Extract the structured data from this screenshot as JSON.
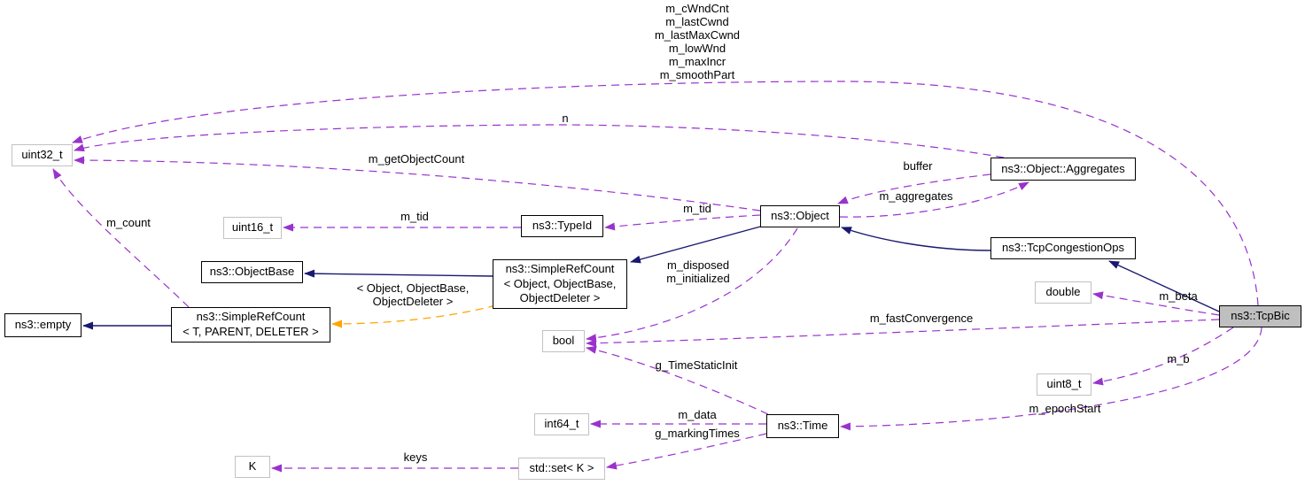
{
  "diagram": {
    "kind": "doxygen-collaboration-graph",
    "highlighted_node": "ns3::TcpBic",
    "colors": {
      "member_edge": "#9a32cd",
      "inheritance_edge": "#191970",
      "template_edge": "#ffa500",
      "current_node_fill": "#bfbfbf",
      "node_border": "#000000",
      "external_node_border": "#c2c2c2",
      "background": "#ffffff"
    },
    "nodes": [
      {
        "id": "uint32_t",
        "kind": "external",
        "label": [
          "uint32_t"
        ]
      },
      {
        "id": "uint16_t",
        "kind": "external",
        "label": [
          "uint16_t"
        ]
      },
      {
        "id": "objectbase",
        "kind": "class",
        "label": [
          "ns3::ObjectBase"
        ]
      },
      {
        "id": "empty",
        "kind": "class",
        "label": [
          "ns3::empty"
        ]
      },
      {
        "id": "simplerefcount-t",
        "kind": "class",
        "label": [
          "ns3::SimpleRefCount",
          "< T, PARENT, DELETER >"
        ]
      },
      {
        "id": "typeid",
        "kind": "class",
        "label": [
          "ns3::TypeId"
        ]
      },
      {
        "id": "simplerefcount-object",
        "kind": "class",
        "label": [
          "ns3::SimpleRefCount",
          "< Object, ObjectBase,",
          "ObjectDeleter >"
        ]
      },
      {
        "id": "bool",
        "kind": "external",
        "label": [
          "bool"
        ]
      },
      {
        "id": "int64_t",
        "kind": "external",
        "label": [
          "int64_t"
        ]
      },
      {
        "id": "std-set-k",
        "kind": "external",
        "label": [
          "std::set< K >"
        ]
      },
      {
        "id": "k",
        "kind": "external",
        "label": [
          "K"
        ]
      },
      {
        "id": "object",
        "kind": "class",
        "label": [
          "ns3::Object"
        ]
      },
      {
        "id": "time",
        "kind": "class",
        "label": [
          "ns3::Time"
        ]
      },
      {
        "id": "aggregates",
        "kind": "class",
        "label": [
          "ns3::Object::Aggregates"
        ]
      },
      {
        "id": "tcpcongestionops",
        "kind": "class",
        "label": [
          "ns3::TcpCongestionOps"
        ]
      },
      {
        "id": "double",
        "kind": "external",
        "label": [
          "double"
        ]
      },
      {
        "id": "uint8_t",
        "kind": "external",
        "label": [
          "uint8_t"
        ]
      },
      {
        "id": "tcpbic",
        "kind": "current",
        "label": [
          "ns3::TcpBic"
        ]
      }
    ],
    "edges": [
      {
        "id": "e1",
        "from": "tcpbic",
        "to": "uint32_t",
        "rel": "member",
        "label": [
          "m_cWndCnt",
          "m_lastCwnd",
          "m_lastMaxCwnd",
          "m_lowWnd",
          "m_maxIncr",
          "m_smoothPart"
        ]
      },
      {
        "id": "e2",
        "from": "aggregates",
        "to": "uint32_t",
        "rel": "member",
        "label": [
          "n"
        ]
      },
      {
        "id": "e3",
        "from": "object",
        "to": "uint32_t",
        "rel": "member",
        "label": [
          "m_getObjectCount"
        ]
      },
      {
        "id": "e4",
        "from": "simplerefcount-t",
        "to": "uint32_t",
        "rel": "member",
        "label": [
          "m_count"
        ]
      },
      {
        "id": "e5",
        "from": "typeid",
        "to": "uint16_t",
        "rel": "member",
        "label": [
          "m_tid"
        ]
      },
      {
        "id": "e6",
        "from": "object",
        "to": "typeid",
        "rel": "member",
        "label": [
          "m_tid"
        ]
      },
      {
        "id": "e7",
        "from": "aggregates",
        "to": "object",
        "rel": "member",
        "label": [
          "buffer"
        ]
      },
      {
        "id": "e8",
        "from": "object",
        "to": "aggregates",
        "rel": "member",
        "label": [
          "m_aggregates"
        ]
      },
      {
        "id": "e9",
        "from": "object",
        "to": "bool",
        "rel": "member",
        "label": [
          "m_disposed",
          "m_initialized"
        ]
      },
      {
        "id": "e10",
        "from": "tcpbic",
        "to": "bool",
        "rel": "member",
        "label": [
          "m_fastConvergence"
        ]
      },
      {
        "id": "e11",
        "from": "time",
        "to": "bool",
        "rel": "member",
        "label": [
          "g_TimeStaticInit"
        ]
      },
      {
        "id": "e12",
        "from": "tcpbic",
        "to": "double",
        "rel": "member",
        "label": [
          "m_beta"
        ]
      },
      {
        "id": "e13",
        "from": "tcpbic",
        "to": "uint8_t",
        "rel": "member",
        "label": [
          "m_b"
        ]
      },
      {
        "id": "e14",
        "from": "tcpbic",
        "to": "time",
        "rel": "member",
        "label": [
          "m_epochStart"
        ]
      },
      {
        "id": "e15",
        "from": "time",
        "to": "int64_t",
        "rel": "member",
        "label": [
          "m_data"
        ]
      },
      {
        "id": "e16",
        "from": "time",
        "to": "std-set-k",
        "rel": "member",
        "label": [
          "g_markingTimes"
        ]
      },
      {
        "id": "e17",
        "from": "std-set-k",
        "to": "k",
        "rel": "member",
        "label": [
          "keys"
        ]
      },
      {
        "id": "e18",
        "from": "object",
        "to": "simplerefcount-object",
        "rel": "inherit",
        "label": []
      },
      {
        "id": "e19",
        "from": "simplerefcount-object",
        "to": "objectbase",
        "rel": "inherit",
        "label": []
      },
      {
        "id": "e20",
        "from": "simplerefcount-t",
        "to": "empty",
        "rel": "inherit",
        "label": []
      },
      {
        "id": "e21",
        "from": "tcpcongestionops",
        "to": "object",
        "rel": "inherit",
        "label": []
      },
      {
        "id": "e22",
        "from": "tcpbic",
        "to": "tcpcongestionops",
        "rel": "inherit",
        "label": []
      },
      {
        "id": "e23",
        "from": "simplerefcount-object",
        "to": "simplerefcount-t",
        "rel": "template",
        "label": [
          "< Object, ObjectBase,",
          "ObjectDeleter >"
        ]
      }
    ]
  }
}
